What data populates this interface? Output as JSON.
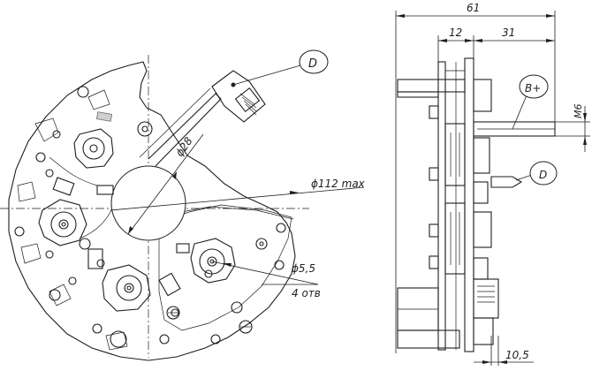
{
  "drawing": {
    "labels": {
      "overall_width": "61",
      "width_left": "12",
      "width_right": "31",
      "thread": "M6",
      "bottom_dim": "10,5",
      "outer_diameter": "ϕ112 max",
      "hole_diameter": "ϕ28",
      "mount_hole": "ϕ5,5",
      "mount_count": "4 отв",
      "callout_d_front": "D",
      "callout_d_side": "D",
      "callout_b_plus": "B+"
    }
  }
}
